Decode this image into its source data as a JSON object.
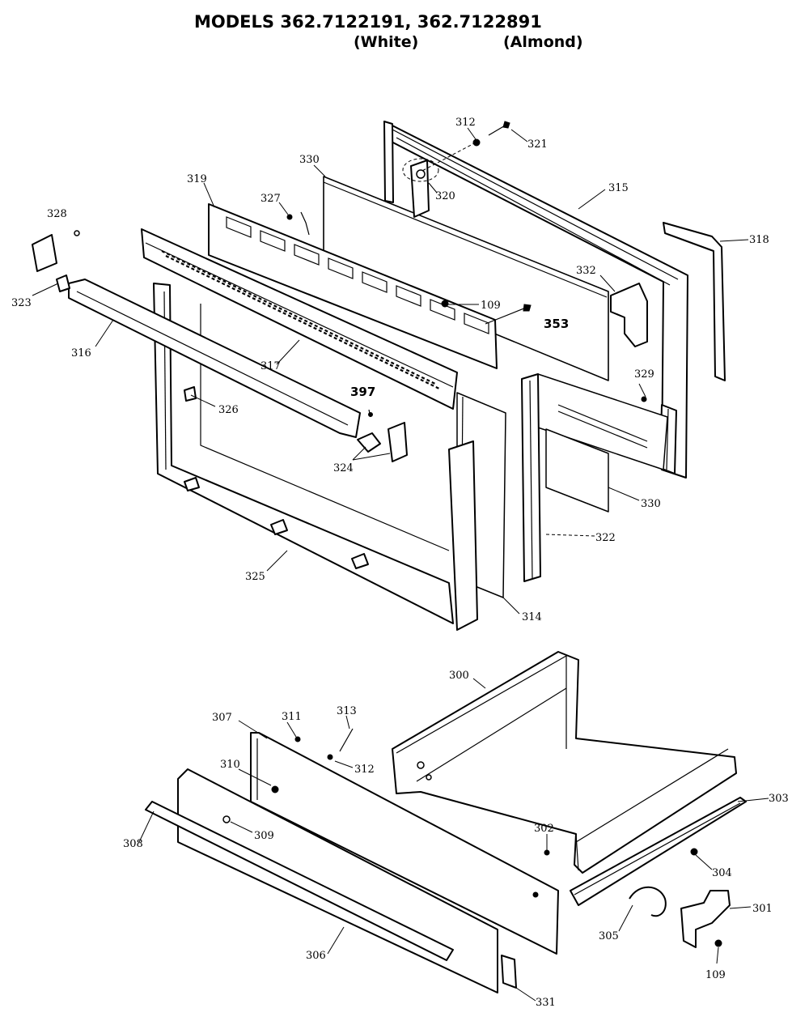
{
  "header": {
    "title": "MODELS 362.7122191, 362.7122891",
    "variant_white": "(White)",
    "variant_almond": "(Almond)"
  },
  "parts": {
    "p312a": "312",
    "p321": "321",
    "p330a": "330",
    "p320": "320",
    "p315": "315",
    "p319": "319",
    "p327": "327",
    "p328": "328",
    "p318": "318",
    "p332": "332",
    "p323": "323",
    "p109a": "109",
    "p353": "353",
    "p316": "316",
    "p317": "317",
    "p329": "329",
    "p397": "397",
    "p326": "326",
    "p324": "324",
    "p330b": "330",
    "p322": "322",
    "p325": "325",
    "p314": "314",
    "p300": "300",
    "p307": "307",
    "p311": "311",
    "p313": "313",
    "p310": "310",
    "p312b": "312",
    "p303": "303",
    "p308": "308",
    "p309": "309",
    "p302": "302",
    "p304": "304",
    "p301": "301",
    "p305": "305",
    "p306": "306",
    "p109b": "109",
    "p331": "331"
  }
}
